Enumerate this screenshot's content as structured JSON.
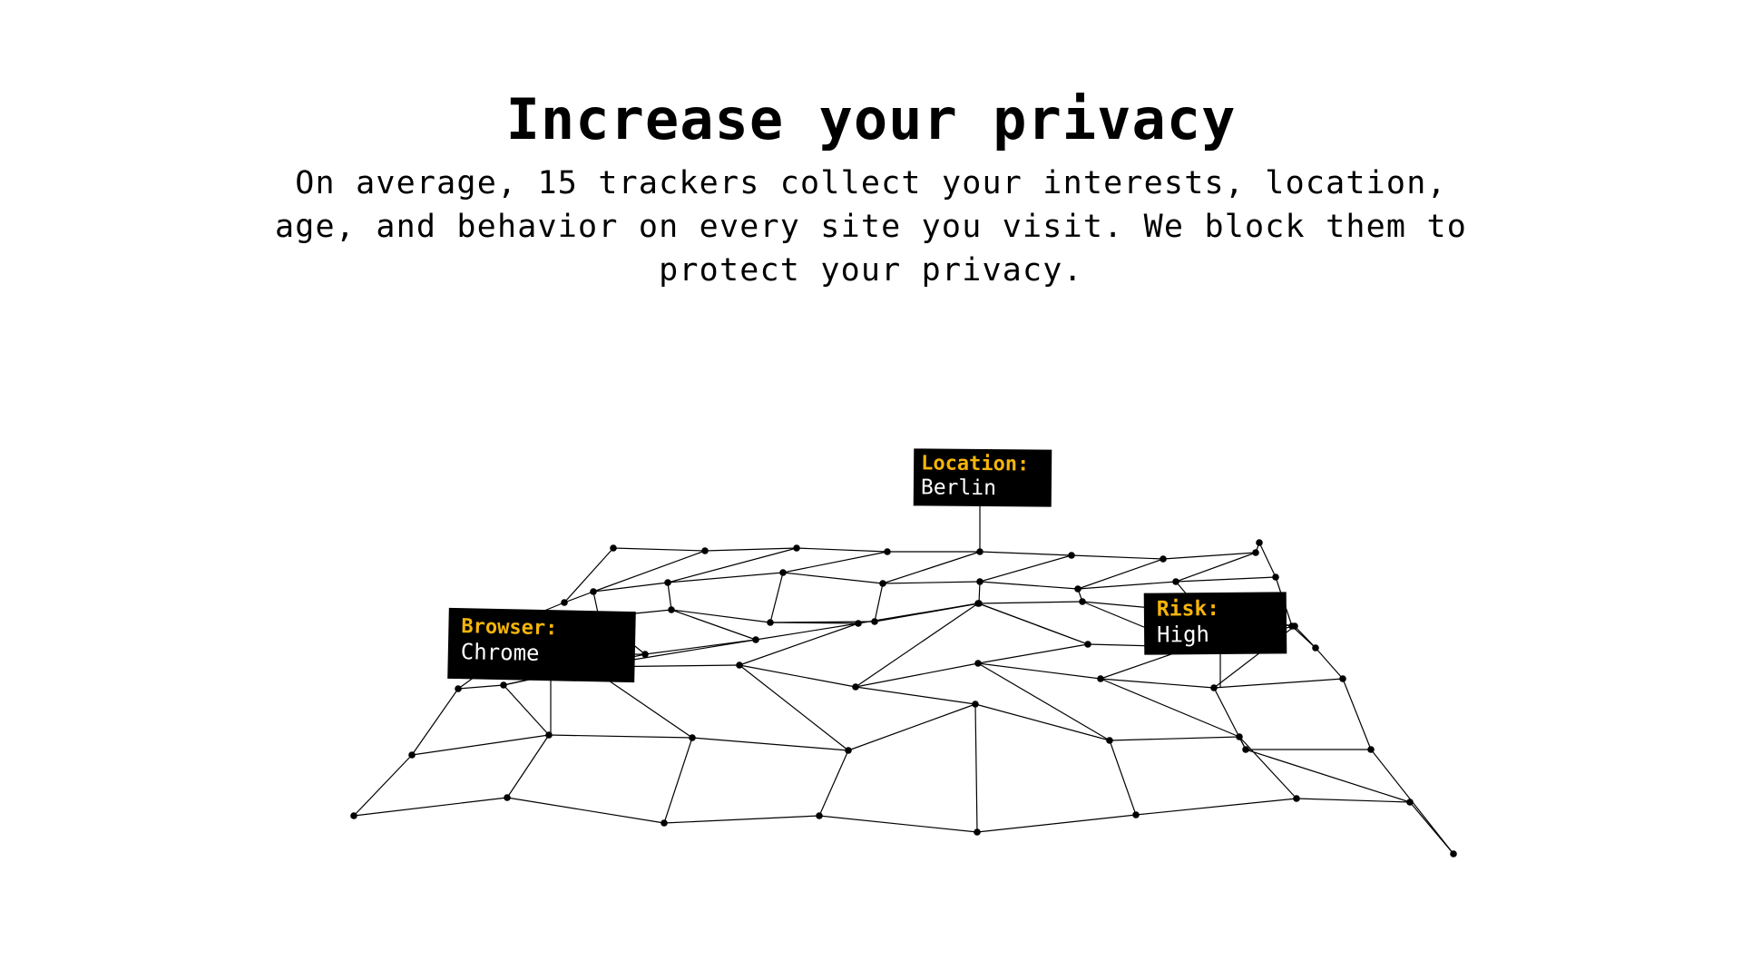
{
  "hero": {
    "title": "Increase your privacy",
    "subtitle": "On average, 15 trackers collect your interests, location, age, and behavior on every site you visit. We block them to protect your privacy."
  },
  "tags": {
    "location": {
      "key": "Location:",
      "value": "Berlin"
    },
    "browser": {
      "key": "Browser:",
      "value": "Chrome"
    },
    "risk": {
      "key": "Risk:",
      "value": "High"
    }
  },
  "colors": {
    "background": "#ffffff",
    "text": "#000000",
    "tag_background": "#000000",
    "tag_key": "#f5b50a",
    "tag_value": "#ffffff",
    "mesh_line": "#000000"
  },
  "icons": {
    "mesh": "tracker-network-mesh"
  }
}
